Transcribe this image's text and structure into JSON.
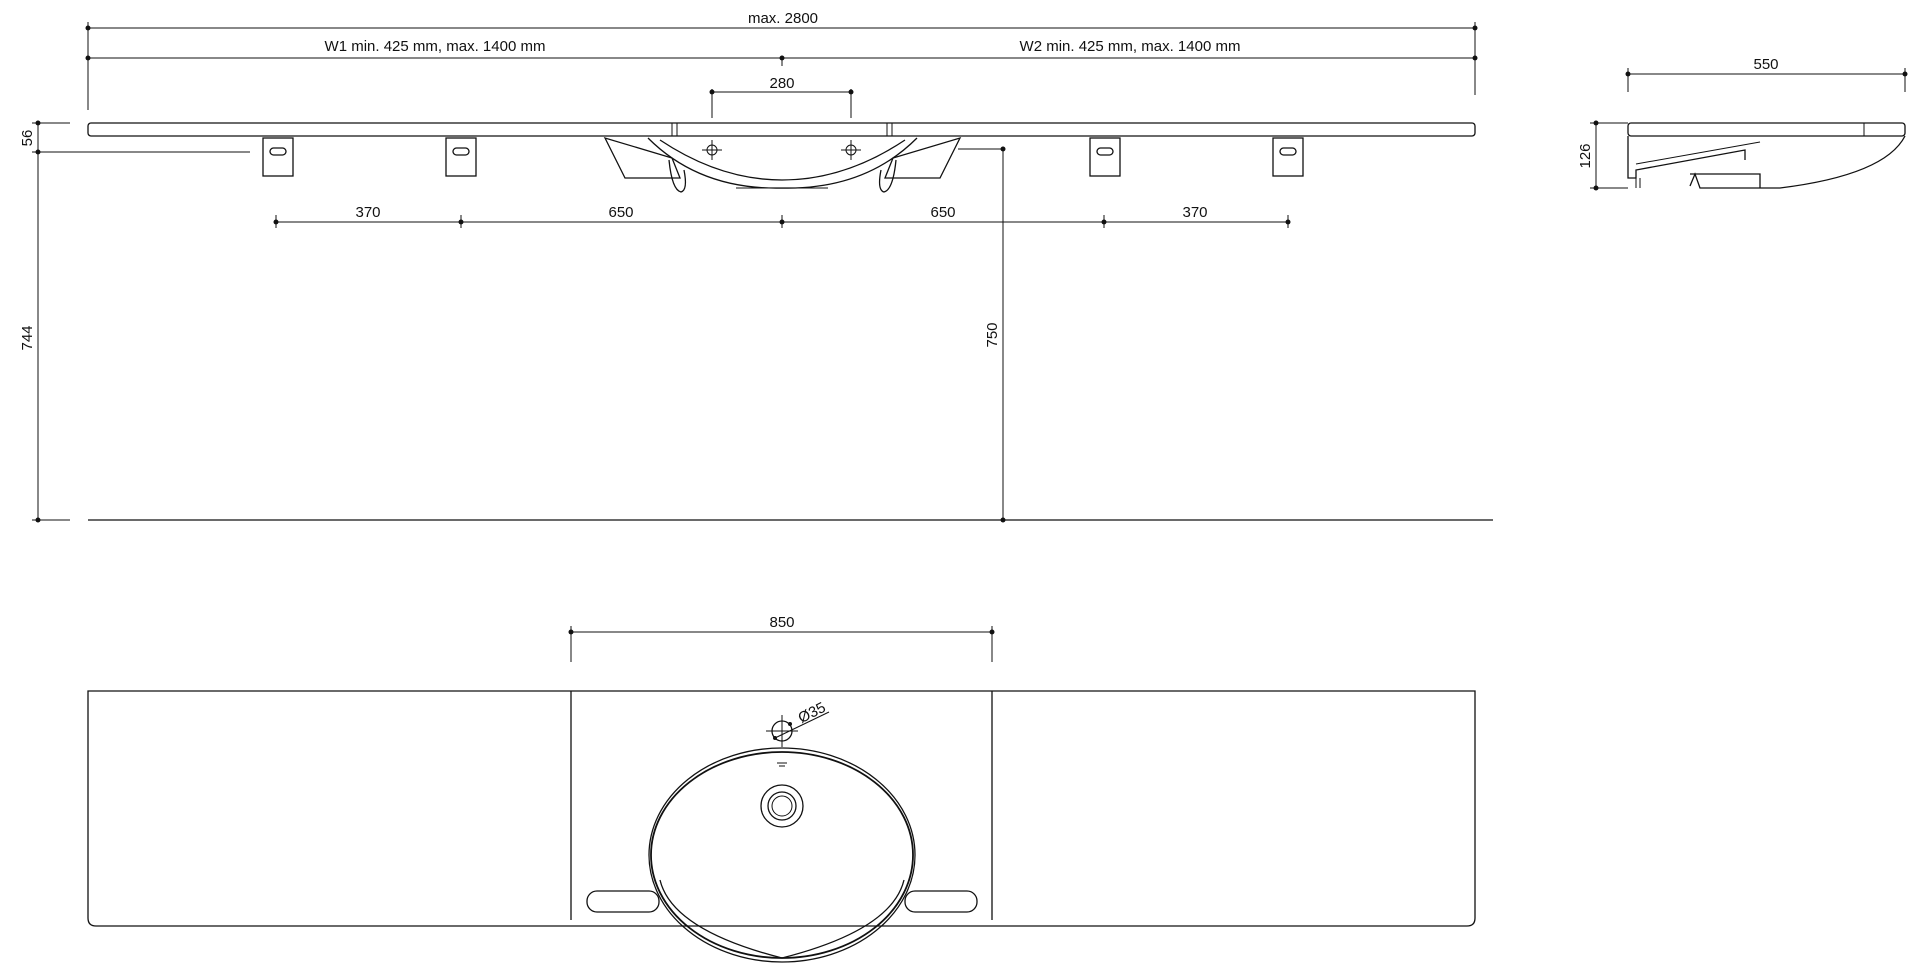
{
  "dimensions": {
    "overall_max": "max. 2800",
    "w1": "W1 min. 425 mm, max. 1400 mm",
    "w2": "W2 min. 425 mm, max. 1400 mm",
    "tap_spacing": "280",
    "bracket_left_outer": "370",
    "bracket_left_inner": "650",
    "bracket_right_inner": "650",
    "bracket_right_outer": "370",
    "top_thickness": "56",
    "mount_height": "744",
    "top_height": "750",
    "depth": "550",
    "side_height": "126",
    "basin_width": "850",
    "tap_hole": "Ø35"
  }
}
